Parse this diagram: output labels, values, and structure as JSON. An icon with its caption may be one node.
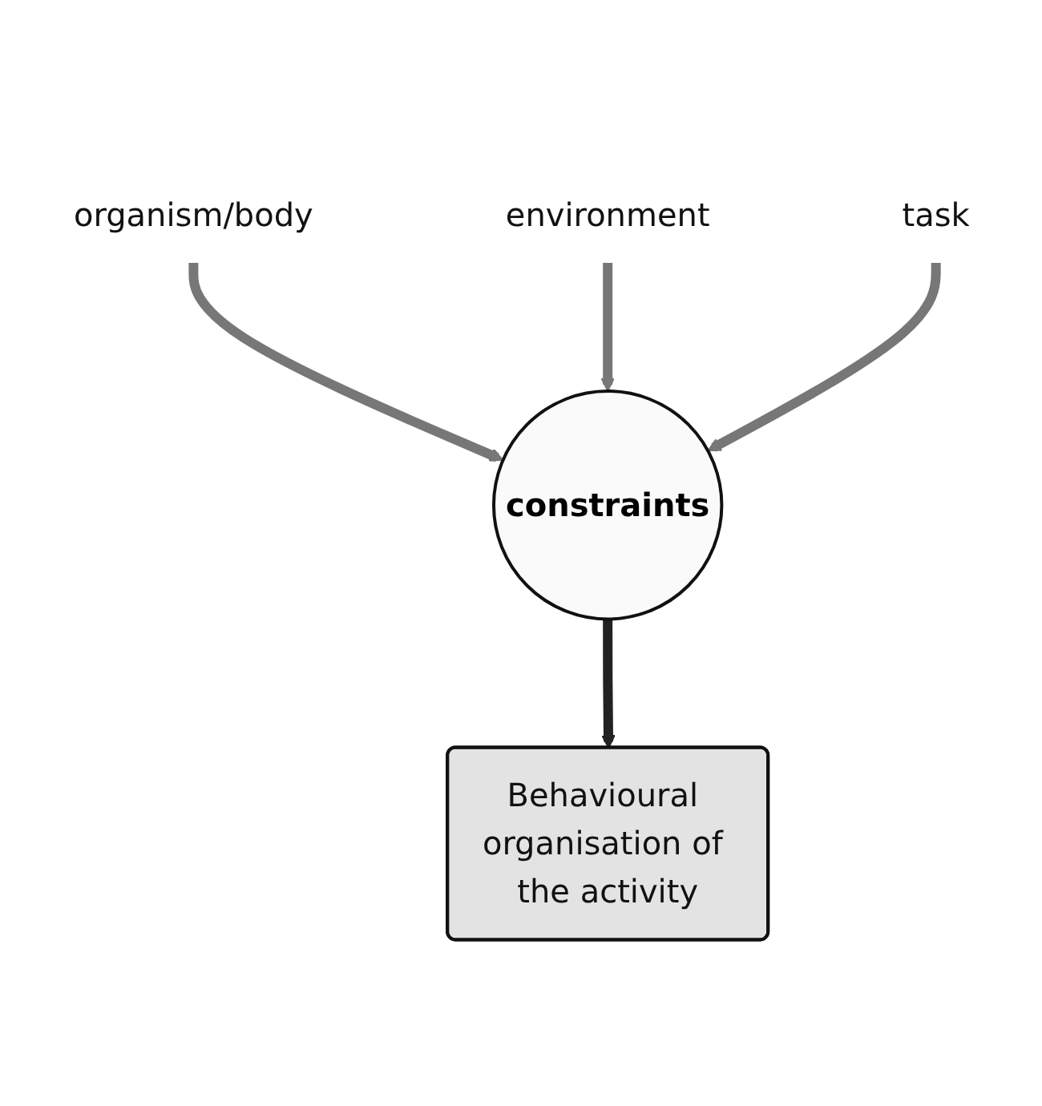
{
  "diagram": {
    "nodes": [
      {
        "text": [
          "organism/body"
        ]
      },
      {
        "text": [
          "environment"
        ]
      },
      {
        "text": [
          "task"
        ]
      },
      {
        "text": [
          "constraints"
        ]
      },
      {
        "text": [
          "Behavioural organisation of the activity"
        ]
      }
    ],
    "edges": [
      {
        "from": 0,
        "to": 3,
        "arrow": "to"
      },
      {
        "from": 1,
        "to": 3,
        "arrow": "to"
      },
      {
        "from": 2,
        "to": 3,
        "arrow": "to"
      },
      {
        "from": 3,
        "to": 4,
        "arrow": "to",
        "color": "#222222"
      }
    ]
  }
}
